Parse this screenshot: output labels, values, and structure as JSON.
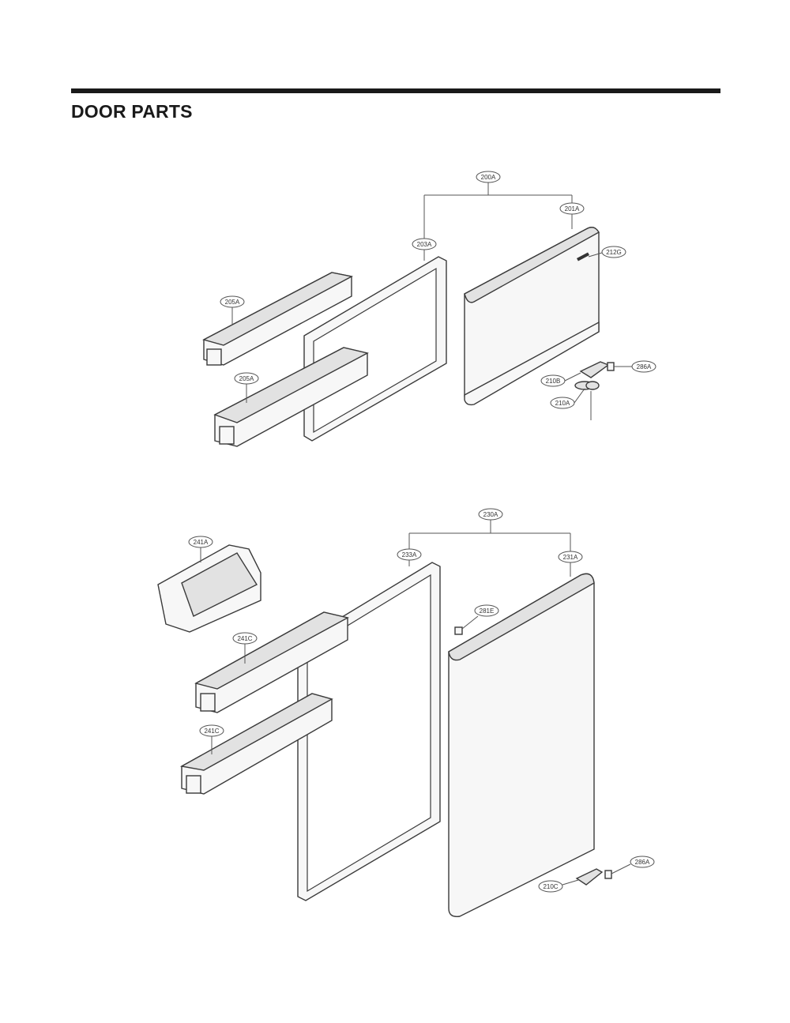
{
  "header": {
    "title": "DOOR PARTS"
  },
  "freezer_door": {
    "assembly": "200A",
    "door": "201A",
    "gasket": "203A",
    "badge": "212G",
    "basket_upper": "205A",
    "basket_lower": "205A",
    "hinge_cover": "210B",
    "hinge": "210A",
    "cap": "286A"
  },
  "fridge_door": {
    "assembly": "230A",
    "door": "231A",
    "gasket": "233A",
    "dairy_box": "241A",
    "basket_upper": "241C",
    "basket_lower": "241C",
    "cap_top": "281E",
    "hinge_cover": "210C",
    "cap": "286A"
  }
}
